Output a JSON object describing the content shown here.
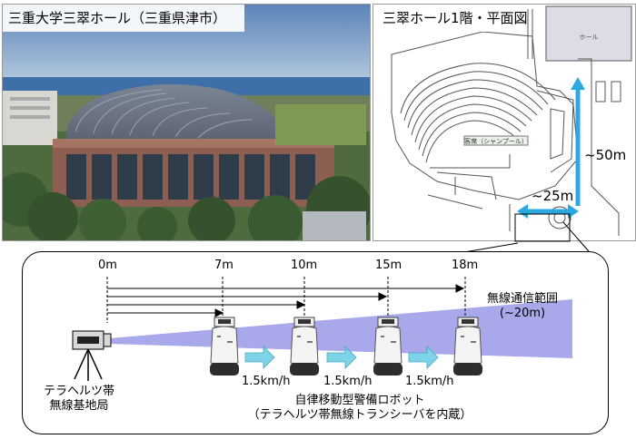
{
  "photo": {
    "title": "三重大学三翠ホール（三重県津市）",
    "colors": {
      "sky": "#6d8fb8",
      "sea": "#3e6fa8",
      "roof": "#6e7785",
      "wall": "#8c5f52",
      "trees": "#3a5a32"
    }
  },
  "plan": {
    "title": "三翠ホール1階・平面図",
    "length_label": "~50m",
    "width_label": "~25m",
    "arrow_color": "#2aa8e0",
    "top_right_room_label": "ホール",
    "stage_label": "客席（シャンプール）"
  },
  "diagram": {
    "distance_labels": [
      "0m",
      "7m",
      "10m",
      "15m",
      "18m"
    ],
    "range_label_line1": "無線通信範囲",
    "range_label_line2": "(~20m)",
    "base_station_line1": "テラヘルツ帯",
    "base_station_line2": "無線基地局",
    "speed_labels": [
      "1.5km/h",
      "1.5km/h",
      "1.5km/h"
    ],
    "robot_caption_line1": "自律移動型警備ロボット",
    "robot_caption_line2": "（テラヘルツ帯無線トランシーバを内蔵）",
    "beam_color": "#9f9fe8",
    "motion_arrow_color": "#7fd3e6"
  }
}
